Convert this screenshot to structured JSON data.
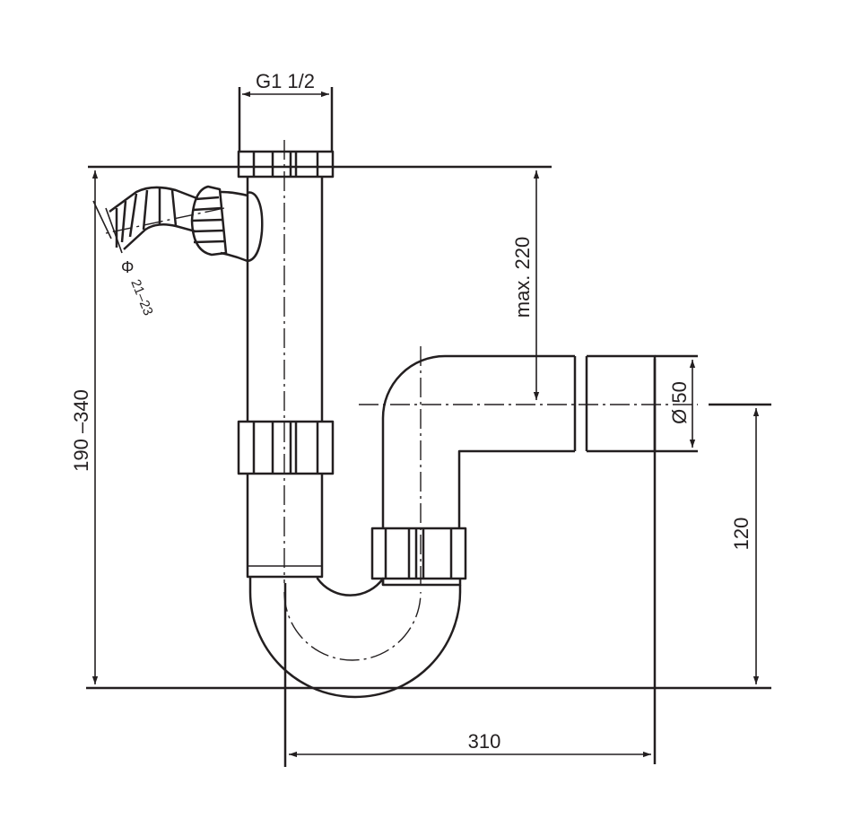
{
  "diagram": {
    "colors": {
      "ink": "#231f20",
      "background": "#ffffff"
    },
    "dimensions": {
      "thread": "G1 1/2",
      "height_range": "190 –340",
      "max_depth": "max. 220",
      "outlet_diameter": "Ø 50",
      "outlet_height": "120",
      "width": "310",
      "hose_diameter_symbol": "Φ",
      "hose_diameter_range": "21–23"
    }
  }
}
